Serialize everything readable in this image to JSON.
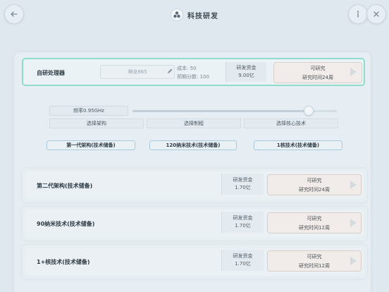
{
  "header": {
    "title": "科技研发",
    "back_icon": "arrow-left-icon",
    "info_icon": "info-icon",
    "close_icon": "close-icon",
    "title_icon": "three-dots-cluster-icon"
  },
  "current": {
    "label": "自研处理器",
    "name_value": "神龙865",
    "cost": "成本: 50",
    "score": "预期分数: 100",
    "fund_label": "研发资金",
    "fund_value": "9.00亿",
    "status": "可研究",
    "time": "研究时间24周"
  },
  "frequency": {
    "label": "频率0.95GHz",
    "level": 0.88
  },
  "tabs": [
    {
      "label": "选择架构"
    },
    {
      "label": "选择制程"
    },
    {
      "label": "选择核心技术"
    }
  ],
  "chips": [
    {
      "label": "第一代架构(技术储备)"
    },
    {
      "label": "120纳米技术(技术储备)"
    },
    {
      "label": "1核技术(技术储备)"
    }
  ],
  "items": [
    {
      "label": "第二代架构(技术储备)",
      "fund_label": "研发资金",
      "fund_value": "1.70亿",
      "status": "可研究",
      "time": "研究时间24周"
    },
    {
      "label": "90纳米技术(技术储备)",
      "fund_label": "研发资金",
      "fund_value": "1.70亿",
      "status": "可研究",
      "time": "研究时间12周"
    },
    {
      "label": "1+核技术(技术储备)",
      "fund_label": "研发资金",
      "fund_value": "1.70亿",
      "status": "可研究",
      "time": "研究时间12周"
    }
  ],
  "colors": {
    "accent_border": "#8fdccd",
    "chip_border": "#a8c9de"
  }
}
